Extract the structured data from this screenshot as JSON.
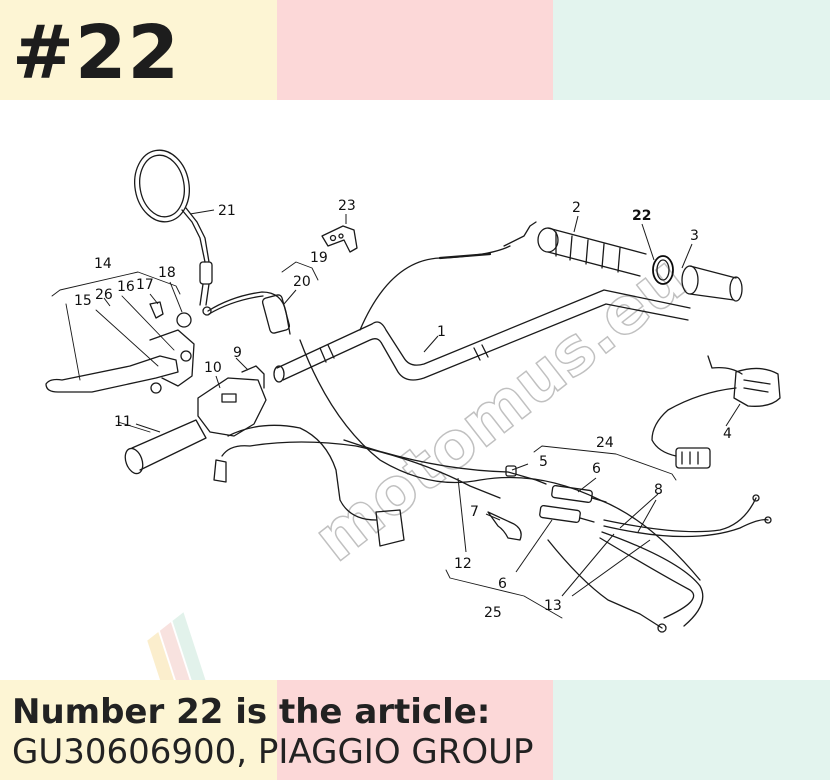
{
  "header": {
    "part_number": "#22",
    "colors": [
      "#fdf5d4",
      "#fcd8d8",
      "#e3f4ee"
    ]
  },
  "caption": {
    "line1": "Number 22 is the article:",
    "line2": "GU30606900, PIAGGIO GROUP"
  },
  "diagram": {
    "watermark": "motomus.eu",
    "labels": {
      "l1": "1",
      "l2": "2",
      "l3": "3",
      "l4": "4",
      "l5": "5",
      "l6a": "6",
      "l6b": "6",
      "l7": "7",
      "l8": "8",
      "l9": "9",
      "l10": "10",
      "l11": "11",
      "l12": "12",
      "l13": "13",
      "l14": "14",
      "l15": "15",
      "l16": "16",
      "l17": "17",
      "l18": "18",
      "l19": "19",
      "l20": "20",
      "l21": "21",
      "l22": "22",
      "l23": "23",
      "l24": "24",
      "l25": "25",
      "l26": "26"
    }
  }
}
